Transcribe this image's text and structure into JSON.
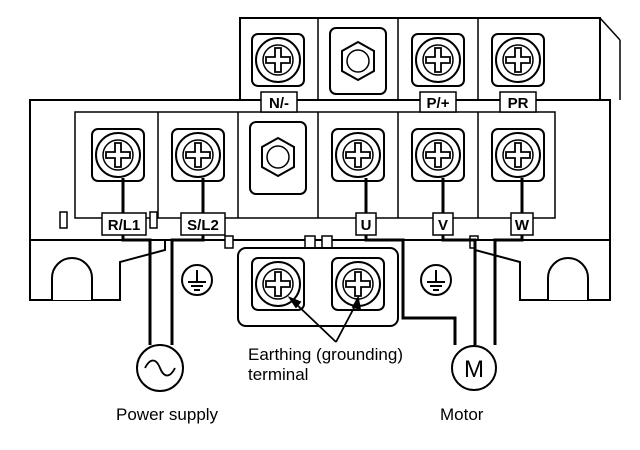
{
  "terminals": {
    "n_minus": "N/-",
    "p_plus": "P/+",
    "pr": "PR",
    "r_l1": "R/L1",
    "s_l2": "S/L2",
    "u": "U",
    "v": "V",
    "w": "W"
  },
  "captions": {
    "earthing_line1": "Earthing (grounding)",
    "earthing_line2": "terminal",
    "power_supply": "Power supply",
    "motor": "Motor",
    "motor_symbol": "M",
    "ac_symbol": "~"
  },
  "icons": {
    "screw": "screw-terminal-icon",
    "ground": "earth-ground-icon",
    "ac_source": "ac-source-icon",
    "motor": "motor-icon"
  }
}
